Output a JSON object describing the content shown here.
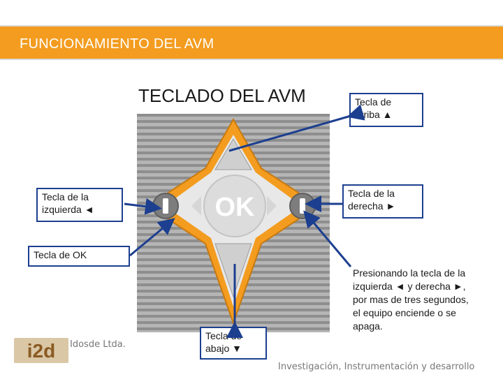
{
  "header": {
    "title": "FUNCIONAMIENTO DEL AVM"
  },
  "main": {
    "title": "TECLADO DEL AVM"
  },
  "keypad": {
    "ok_label": "OK"
  },
  "labels": {
    "up": "Tecla de arriba ▲",
    "up_line1": "Tecla de",
    "up_line2": "arriba ▲",
    "left_line1": "Tecla de la",
    "left_line2": "izquierda ◄",
    "right_line1": "Tecla de la",
    "right_line2": "derecha ►",
    "ok_prefix": "Tecla de ",
    "ok_key": "OK",
    "down_line1": "Tecla de",
    "down_line2": "abajo ▼"
  },
  "note": {
    "line1": "Presionando la tecla de la",
    "line2": "izquierda ◄ y derecha ►,",
    "line3": "por mas de tres segundos,",
    "line4": "el equipo enciende o se",
    "line5": "apaga."
  },
  "footer": {
    "company": "Idosde Ltda.",
    "tagline": "Investigación, Instrumentación y desarrollo",
    "logo_text": "i2d"
  },
  "colors": {
    "header_bg": "#f39c1f",
    "arrow": "#1c3f8f",
    "keypad_orange": "#f39c1f",
    "logo_brown": "#8a5a22"
  }
}
